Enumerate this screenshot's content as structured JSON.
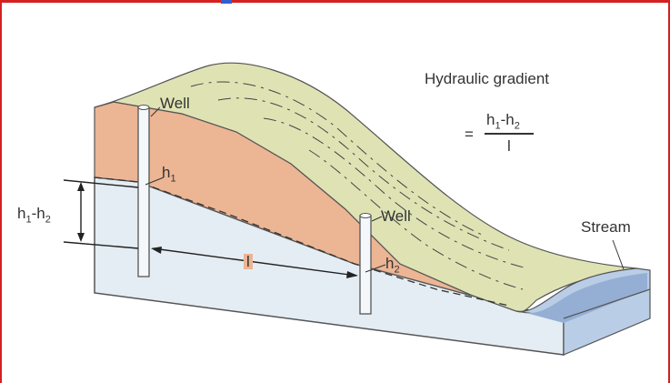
{
  "formula": {
    "title": "Hydraulic gradient",
    "equals": "=",
    "numerator": {
      "a": "h",
      "a_sub": "1",
      "dash": "-",
      "b": "h",
      "b_sub": "2"
    },
    "denominator": "l"
  },
  "labels": {
    "well_left": "Well",
    "well_right": "Well",
    "stream": "Stream",
    "h1": {
      "base": "h",
      "sub": "1"
    },
    "h2": {
      "base": "h",
      "sub": "2"
    },
    "distance": "l",
    "head_diff": {
      "a": "h",
      "a_sub": "1",
      "dash": "-",
      "b": "h",
      "b_sub": "2"
    }
  },
  "colors": {
    "surface_green": "#dfe3b4",
    "sand_orange": "#ecb594",
    "groundwater_blue": "#e4edf4",
    "stream_blue": "#a9bedb",
    "frame_red": "#d42020"
  }
}
